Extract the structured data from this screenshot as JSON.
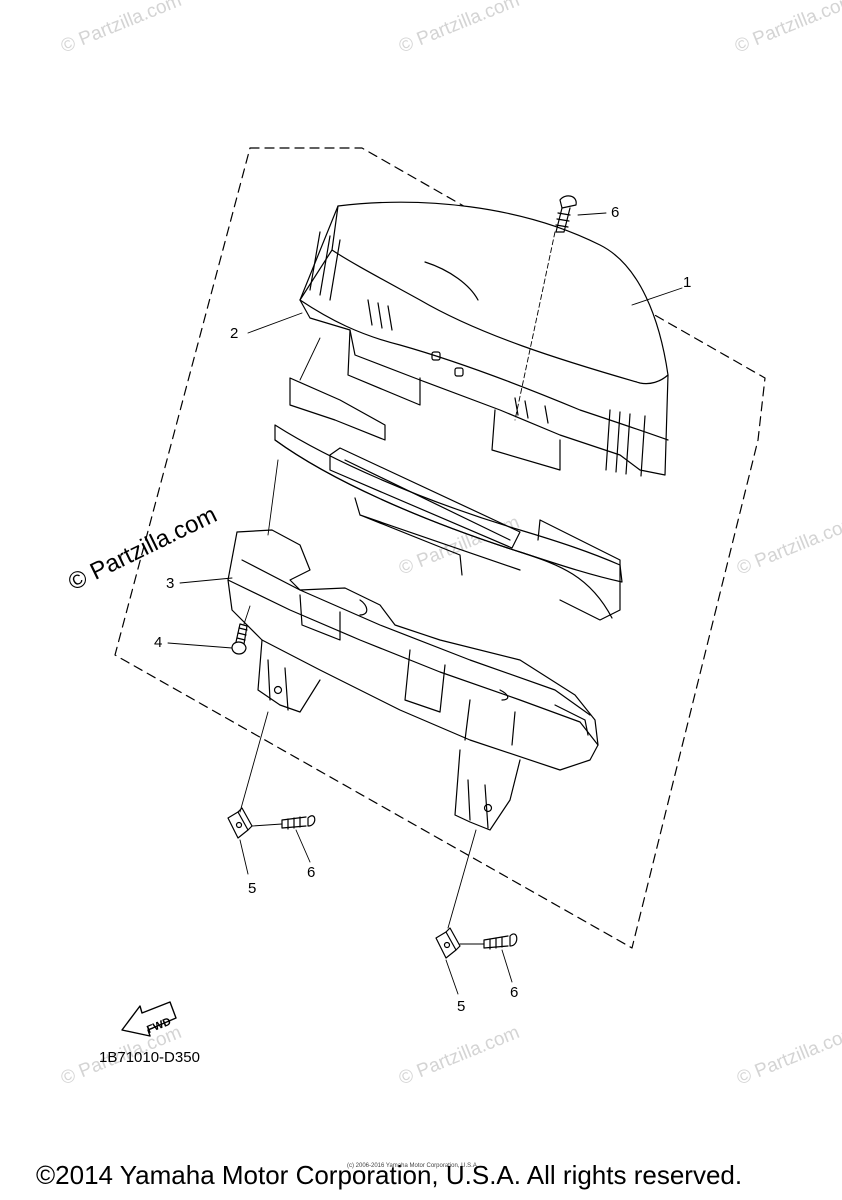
{
  "watermarks": {
    "faint": "© Partzilla.com",
    "main": "© Partzilla.com"
  },
  "callouts": {
    "c1": "1",
    "c2": "2",
    "c3": "3",
    "c4": "4",
    "c5a": "5",
    "c5b": "5",
    "c6a": "6",
    "c6b": "6",
    "c6c": "6"
  },
  "fwd_label": "FWD",
  "diagram_code": "1B71010-D350",
  "tiny_notice": "(c) 2006-2016 Yamaha Motor Corporation, U.S.A.",
  "copyright": "©2014 Yamaha Motor Corporation, U.S.A. All rights reserved."
}
